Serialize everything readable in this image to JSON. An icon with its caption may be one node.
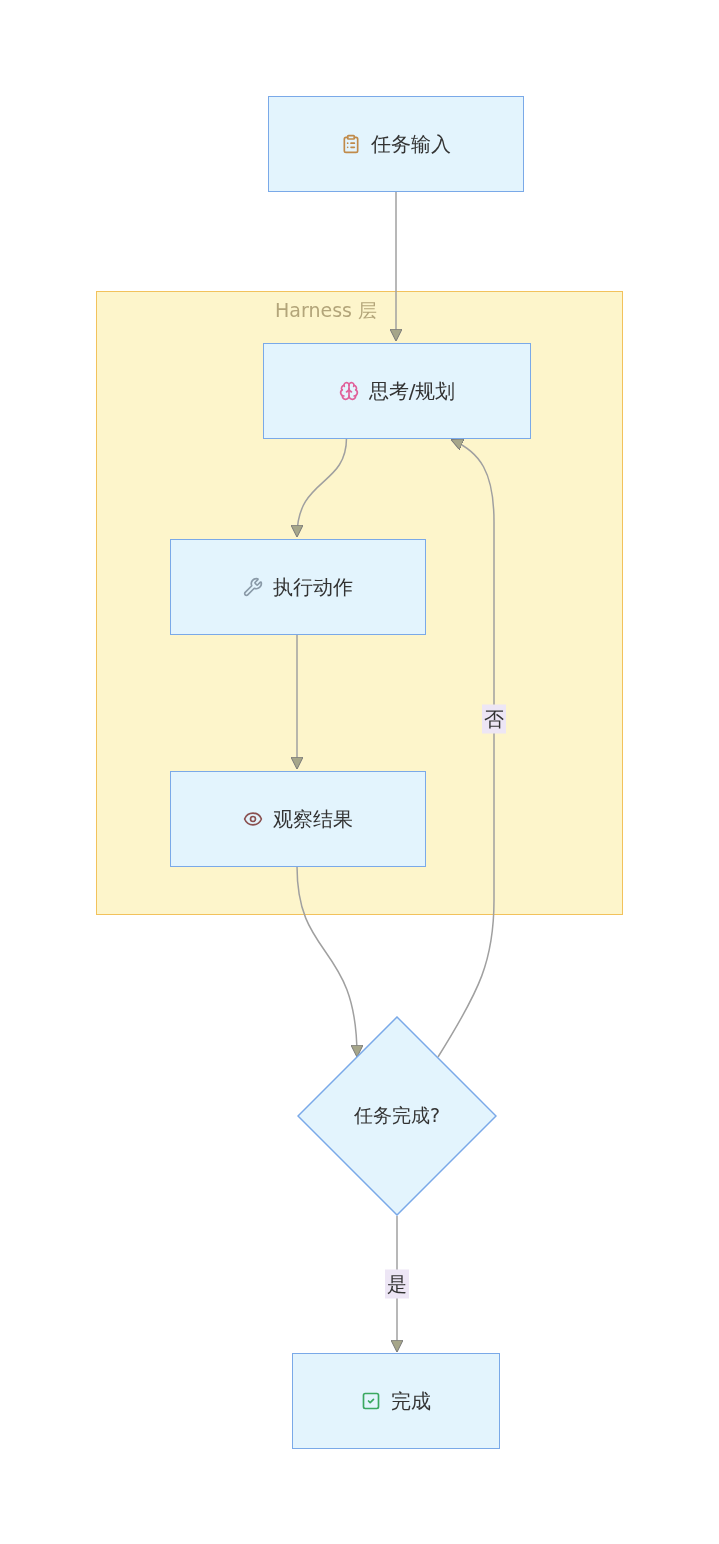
{
  "diagram": {
    "nodes": [
      {
        "text": [
          "任务输入"
        ]
      },
      {
        "text": [
          "Harness 层"
        ]
      },
      {
        "text": [
          "思考/规划"
        ],
        "in": 1
      },
      {
        "text": [
          "执行动作"
        ],
        "in": 1
      },
      {
        "text": [
          "观察结果"
        ],
        "in": 1
      },
      {
        "text": [
          "任务完成?"
        ]
      },
      {
        "text": [
          "完成"
        ]
      }
    ],
    "edges": [
      {
        "from": 0,
        "to": 2,
        "arrow": "to"
      },
      {
        "from": 2,
        "to": 3,
        "arrow": "to"
      },
      {
        "from": 3,
        "to": 4,
        "arrow": "to"
      },
      {
        "from": 4,
        "to": 5,
        "arrow": "to"
      },
      {
        "from": 5,
        "to": 2,
        "arrow": "to",
        "label": "否"
      },
      {
        "from": 5,
        "to": 6,
        "arrow": "to",
        "label": "是"
      }
    ]
  }
}
